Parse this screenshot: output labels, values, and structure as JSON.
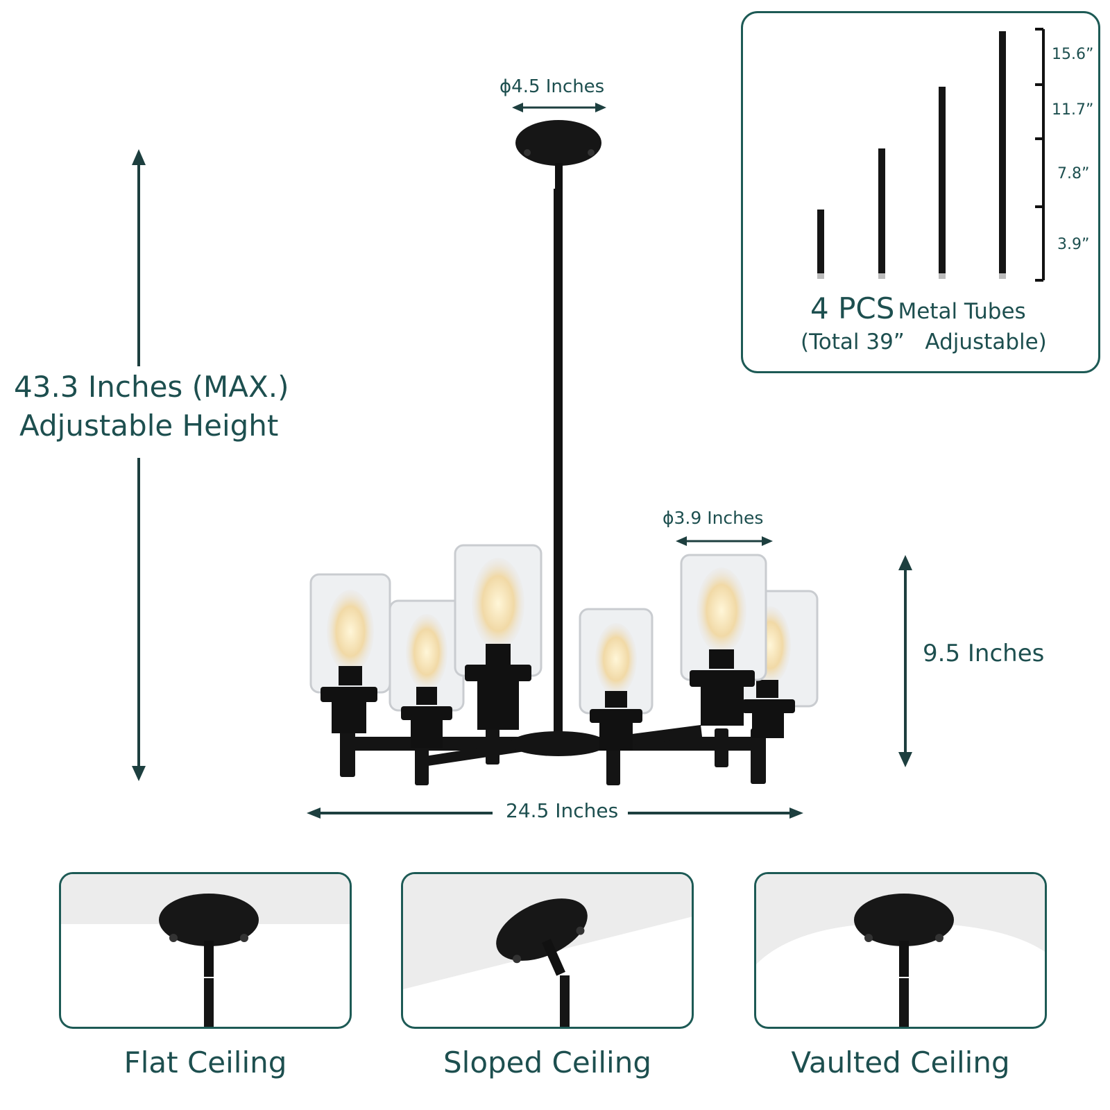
{
  "canopy_diameter": "ϕ4.5 Inches",
  "shade_diameter": "ϕ3.9 Inches",
  "body_height": "9.5 Inches",
  "width": "24.5 Inches",
  "height_max": "43.3 Inches (MAX.)",
  "height_sub": "Adjustable Height",
  "tubes": {
    "count_label": "4 PCS",
    "name_label": "Metal Tubes",
    "total_label": "(Total 39”",
    "adjustable_label": "Adjustable)",
    "lengths": [
      "15.6”",
      "11.7”",
      "7.8”",
      "3.9”"
    ]
  },
  "ceilings": [
    "Flat Ceiling",
    "Sloped Ceiling",
    "Vaulted Ceiling"
  ],
  "colors": {
    "accent": "#1d4f4f",
    "fixture": "#1a1a1a"
  }
}
